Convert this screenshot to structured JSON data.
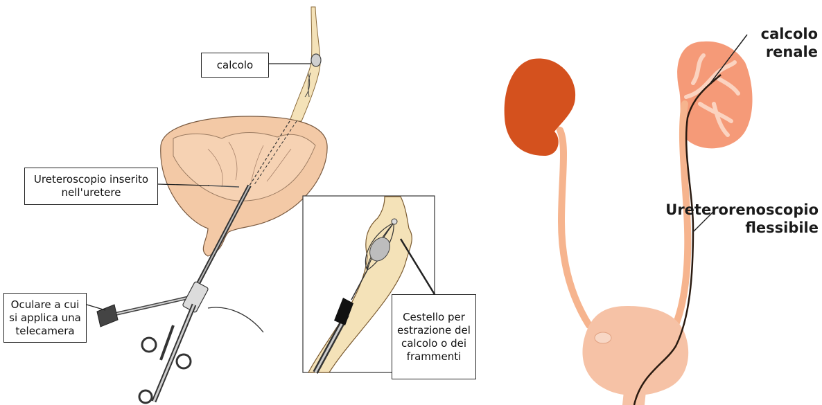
{
  "left_diagram": {
    "labels": {
      "stone": "calcolo",
      "ureteroscope_line1": "Ureteroscopio inserito",
      "ureteroscope_line2": "nell'uretere",
      "eyepiece_line1": "Oculare a cui",
      "eyepiece_line2": "si applica una",
      "eyepiece_line3": "telecamera",
      "basket_line1": "Cestello per",
      "basket_line2": "estrazione del",
      "basket_line3": "calcolo o dei",
      "basket_line4": "frammenti"
    }
  },
  "right_diagram": {
    "labels": {
      "kidney_stone_line1": "calcolo",
      "kidney_stone_line2": "renale",
      "scope_line1": "Ureterorenoscopio",
      "scope_line2": "flessibile"
    }
  },
  "colors": {
    "bladder_left": "#f3c9a6",
    "ureter_left": "#f4e2b8",
    "kidney_left": "#d4511e",
    "kidney_right": "#f59a78",
    "ureter_right": "#f6b48e",
    "bladder_right": "#f6c2a6",
    "scope": "#333333"
  }
}
